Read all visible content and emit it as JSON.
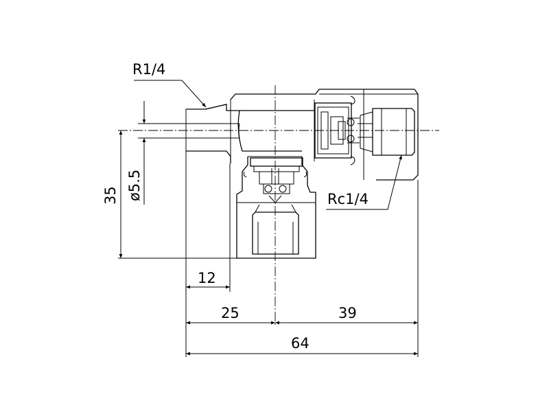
{
  "drawing": {
    "labels": {
      "r_thread": "R1/4",
      "rc_thread": "Rc1/4",
      "diameter": "ø5.5",
      "height": "35",
      "inlet_length": "12",
      "left_to_center": "25",
      "center_to_right": "39",
      "overall_length": "64"
    }
  }
}
